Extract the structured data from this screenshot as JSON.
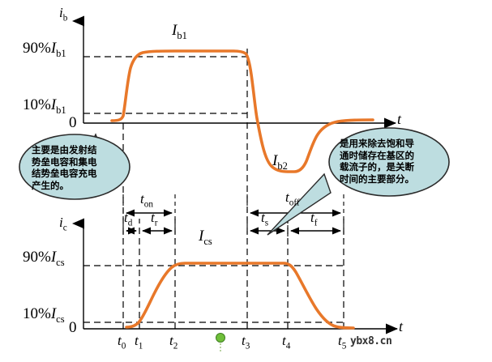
{
  "figure": {
    "title": "Transistor switching waveform timing diagram",
    "colors": {
      "curve": "#E8782A",
      "axis": "#000000",
      "dashed": "#000000",
      "bubble_fill": "#BDDDE0",
      "bubble_stroke": "#2B2B2B",
      "pin": "#6FBF3A"
    }
  },
  "top_plot": {
    "y_axis_label": "i",
    "y_axis_sub": "b",
    "x_axis_label": "t",
    "zero_label": "0",
    "level_high": "90%",
    "level_high_sym": "I",
    "level_high_sub": "b1",
    "level_low": "10%",
    "level_low_sym": "I",
    "level_low_sub": "b1",
    "curve_label_1": "I",
    "curve_label_1_sub": "b1",
    "curve_label_2": "I",
    "curve_label_2_sub": "b2"
  },
  "bottom_plot": {
    "y_axis_label": "i",
    "y_axis_sub": "c",
    "x_axis_label": "t",
    "zero_label": "0",
    "level_high": "90%",
    "level_high_sym": "I",
    "level_high_sub": "cs",
    "level_low": "10%",
    "level_low_sym": "I",
    "level_low_sub": "cs",
    "curve_label": "I",
    "curve_label_sub": "cs"
  },
  "timing": {
    "t_on": {
      "sym": "t",
      "sub": "on"
    },
    "t_d": {
      "sym": "t",
      "sub": "d"
    },
    "t_r": {
      "sym": "t",
      "sub": "r"
    },
    "t_off": {
      "sym": "t",
      "sub": "off"
    },
    "t_s": {
      "sym": "t",
      "sub": "s"
    },
    "t_f": {
      "sym": "t",
      "sub": "f"
    }
  },
  "time_marks": [
    {
      "sym": "t",
      "sub": "0"
    },
    {
      "sym": "t",
      "sub": "1"
    },
    {
      "sym": "t",
      "sub": "2"
    },
    {
      "sym": "t",
      "sub": "3"
    },
    {
      "sym": "t",
      "sub": "4"
    },
    {
      "sym": "t",
      "sub": "5"
    }
  ],
  "callouts": {
    "left": "主要是由发射结\n势垒电容和集电\n结势垒电容充电\n产生的。",
    "right": "是用来除去饱和导\n通时储存在基区的\n载流子的，是关断\n时间的主要部分。"
  },
  "watermark": "ybx8.cn",
  "chart_data": {
    "type": "line",
    "title": "Transistor switching waveforms (base current and collector current)",
    "xlabel": "t",
    "series": [
      {
        "name": "i_b",
        "ylabel": "i_b",
        "annotations": [
          "I_b1",
          "I_b2"
        ],
        "reference_levels": [
          "10% I_b1",
          "90% I_b1",
          "0"
        ],
        "x": [
          "t0",
          "t1",
          "t2",
          "t3",
          "t4",
          "t5"
        ],
        "description": "rises from 0 at t0 to I_b1 plateau, holds to t3, drops to negative I_b2, recovers toward 0 after t4"
      },
      {
        "name": "i_c",
        "ylabel": "i_c",
        "annotations": [
          "I_cs"
        ],
        "reference_levels": [
          "10% I_cs",
          "90% I_cs",
          "0"
        ],
        "x": [
          "t0",
          "t1",
          "t2",
          "t3",
          "t4",
          "t5"
        ],
        "description": "stays 0 until t1 (delay t_d), rises through t_r to I_cs at t2, plateau until t4, falls through t_f to 0 at t5"
      }
    ],
    "intervals": [
      {
        "name": "t_d",
        "from": "t0",
        "to": "t1"
      },
      {
        "name": "t_r",
        "from": "t1",
        "to": "t2"
      },
      {
        "name": "t_on",
        "from": "t0",
        "to": "t2"
      },
      {
        "name": "t_s",
        "from": "t3",
        "to": "t4"
      },
      {
        "name": "t_f",
        "from": "t4",
        "to": "t5"
      },
      {
        "name": "t_off",
        "from": "t3",
        "to": "t5"
      }
    ],
    "grid": false,
    "legend": "none"
  }
}
